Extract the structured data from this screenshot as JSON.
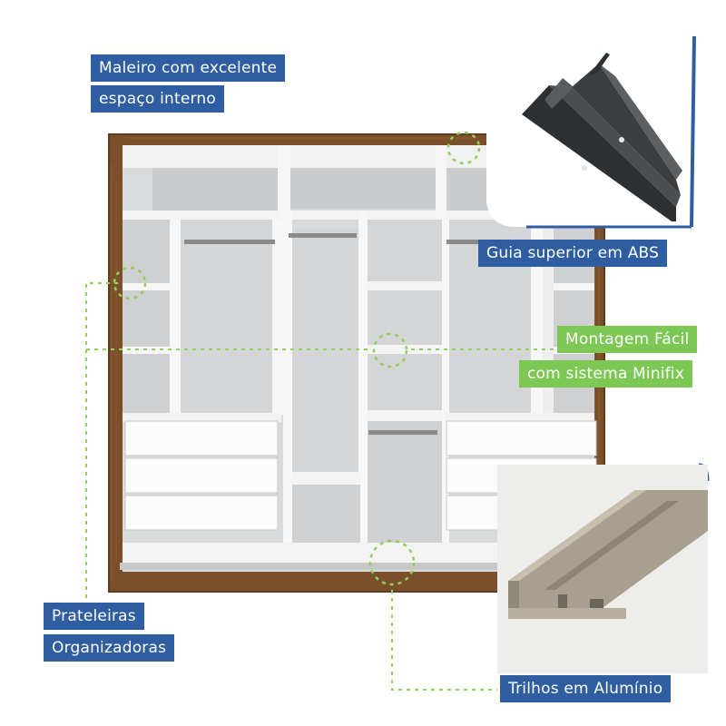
{
  "labels": {
    "maleiro_line1": "Maleiro com excelente",
    "maleiro_line2": "espaço interno",
    "guia": "Guia superior em ABS",
    "montagem_line1": "Montagem Fácil",
    "montagem_line2": "com sistema Minifix",
    "prateleiras_line1": "Prateleiras",
    "prateleiras_line2": "Organizadoras",
    "trilhos": "Trilhos em Alumínio"
  },
  "colors": {
    "label_blue": "#2e5ea1",
    "label_green": "#7dc855",
    "wood": "#7b4f2a",
    "interior": "#d9dadc",
    "panel_white": "#fafafa",
    "rail_dark": "#3f4244",
    "rail_aluminium": "#a89f8e"
  },
  "icons": [
    "top-guide-rail-photo",
    "aluminium-rail-photo",
    "wardrobe-illustration",
    "dotted-highlight-circle"
  ]
}
